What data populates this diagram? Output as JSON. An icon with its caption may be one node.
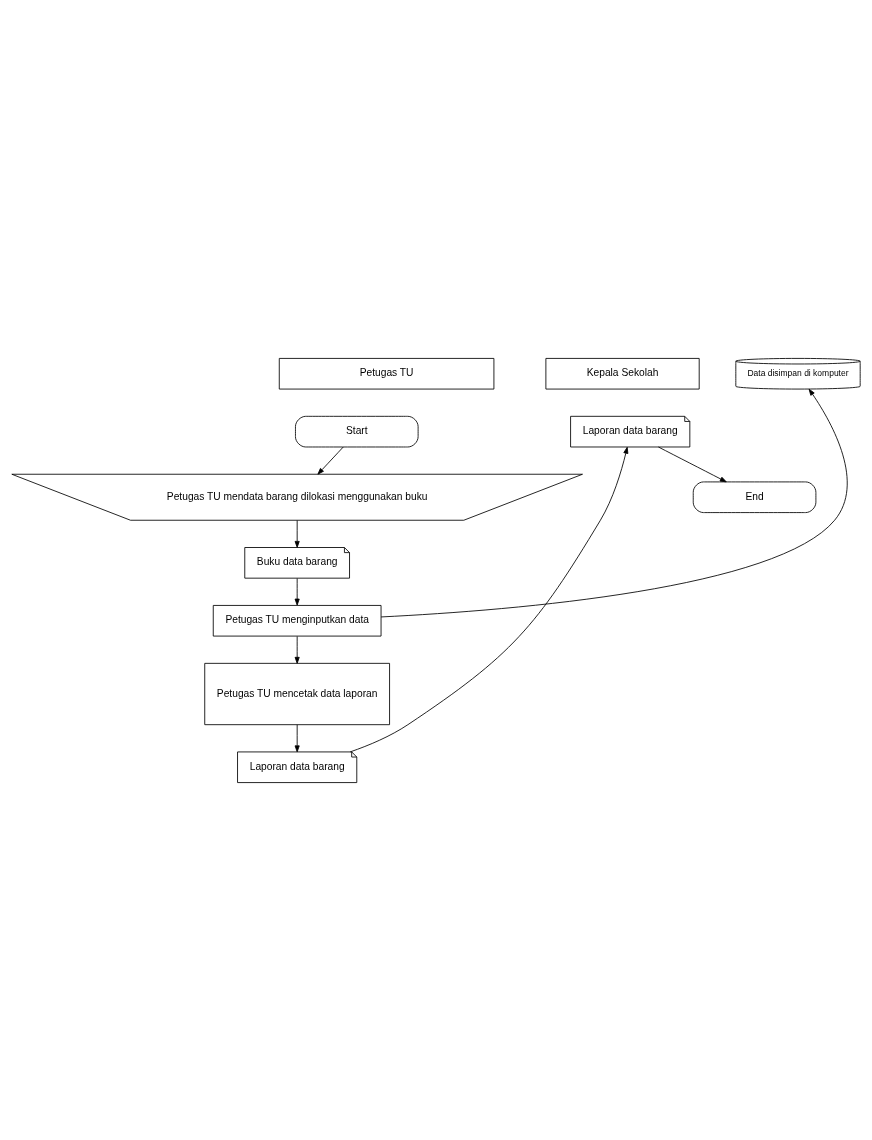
{
  "diagram": {
    "nodes": [
      {
        "text": [
          "Petugas TU"
        ]
      },
      {
        "text": [
          "Kepala Sekolah"
        ]
      },
      {
        "text": [
          "Start"
        ]
      },
      {
        "text": [
          "Petugas TU mendata barang dilokasi menggunakan buku"
        ]
      },
      {
        "text": [
          "Buku data barang"
        ]
      },
      {
        "text": [
          "Petugas TU menginputkan data"
        ]
      },
      {
        "text": [
          "Data disimpan di komputer"
        ]
      },
      {
        "text": [
          "Petugas TU mencetak data laporan"
        ]
      },
      {
        "text": [
          "Laporan data barang"
        ]
      },
      {
        "text": [
          "Laporan data barang"
        ]
      },
      {
        "text": [
          "End"
        ]
      }
    ],
    "edges": [
      {
        "from": 2,
        "to": 3,
        "arrow": "to"
      },
      {
        "from": 3,
        "to": 4,
        "arrow": "to"
      },
      {
        "from": 4,
        "to": 5,
        "arrow": "to"
      },
      {
        "from": 5,
        "to": 6,
        "arrow": "to"
      },
      {
        "from": 5,
        "to": 7,
        "arrow": "to"
      },
      {
        "from": 7,
        "to": 8,
        "arrow": "to"
      },
      {
        "from": 8,
        "to": 9,
        "arrow": "to"
      },
      {
        "from": 9,
        "to": 10,
        "arrow": "to"
      }
    ]
  }
}
